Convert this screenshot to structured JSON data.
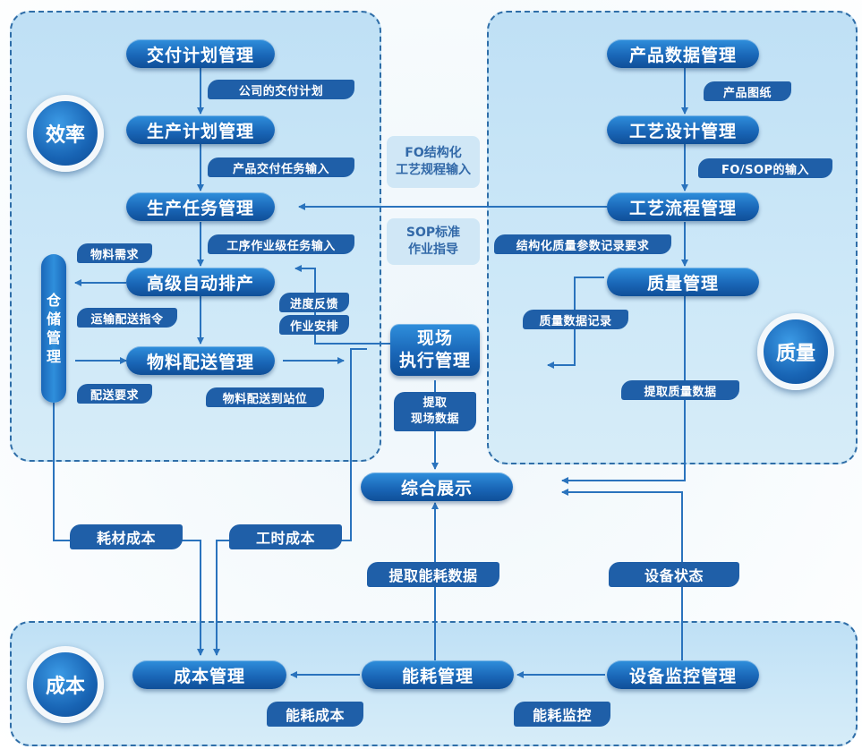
{
  "regions": {
    "efficiency": "效率",
    "quality": "质量",
    "cost": "成本"
  },
  "nodes": {
    "delivery_plan": "交付计划管理",
    "production_plan": "生产计划管理",
    "production_task": "生产任务管理",
    "advanced_scheduling": "高级自动排产",
    "material_delivery": "物料配送管理",
    "warehouse": [
      "仓",
      "储",
      "管",
      "理"
    ],
    "product_data": "产品数据管理",
    "process_design": "工艺设计管理",
    "process_flow": "工艺流程管理",
    "quality_mgmt": "质量管理",
    "site_execution": [
      "现场",
      "执行管理"
    ],
    "dashboard": "综合展示",
    "cost_mgmt": "成本管理",
    "energy_mgmt": "能耗管理",
    "equipment_monitor": "设备监控管理"
  },
  "tags": {
    "company_delivery_plan": "公司的交付计划",
    "product_delivery_task_input": "产品交付任务输入",
    "process_task_input": "工序作业级任务输入",
    "material_demand": "物料需求",
    "transport_delivery_cmd": "运输配送指令",
    "delivery_request": "配送要求",
    "progress_feedback": "进度反馈",
    "job_arrangement": "作业安排",
    "material_to_station": "物料配送到站位",
    "product_drawing": "产品图纸",
    "fo_sop_input": "FO/SOP的输入",
    "structured_quality_params": "结构化质量参数记录要求",
    "quality_data_record": "质量数据记录",
    "extract_quality_data": "提取质量数据",
    "extract_site_data": [
      "提取",
      "现场数据"
    ],
    "material_cost": "耗材成本",
    "labor_cost": "工时成本",
    "extract_energy_data": "提取能耗数据",
    "equipment_status": "设备状态",
    "energy_cost": "能耗成本",
    "energy_monitor": "能耗监控"
  },
  "side_labels": {
    "fo_structured": [
      "FO结构化",
      "工艺规程输入"
    ],
    "sop_standard": [
      "SOP标准",
      "作业指导"
    ]
  },
  "colors": {
    "node": "#1a67b8",
    "tag": "#1f5fa8",
    "line": "#2a73bd",
    "region_border": "#2f6ea8"
  }
}
